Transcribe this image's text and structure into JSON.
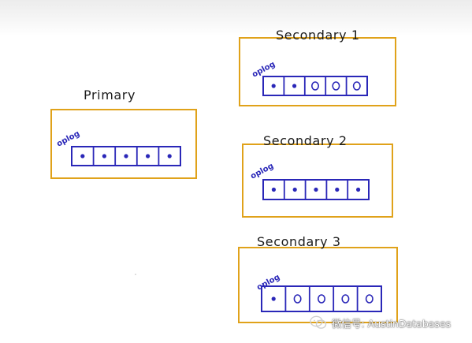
{
  "nodes": [
    {
      "id": "primary",
      "title": "Primary",
      "oplog_label": "oplog",
      "slots": [
        "dot",
        "dot",
        "dot",
        "dot",
        "dot"
      ]
    },
    {
      "id": "secondary-1",
      "title": "Secondary 1",
      "oplog_label": "oplog",
      "slots": [
        "dot",
        "dot",
        "circle",
        "circle",
        "circle"
      ]
    },
    {
      "id": "secondary-2",
      "title": "Secondary 2",
      "oplog_label": "oplog",
      "slots": [
        "dot",
        "dot",
        "dot",
        "dot",
        "dot"
      ]
    },
    {
      "id": "secondary-3",
      "title": "Secondary 3",
      "oplog_label": "oplog",
      "slots": [
        "dot",
        "circle",
        "circle",
        "circle",
        "circle"
      ]
    }
  ],
  "colors": {
    "node_border": "#e0a21a",
    "oplog": "#2a27b8",
    "title": "#1c1c1c"
  },
  "watermark": {
    "icon": "wechat-icon",
    "text": "微信号: AustinDatabases"
  }
}
